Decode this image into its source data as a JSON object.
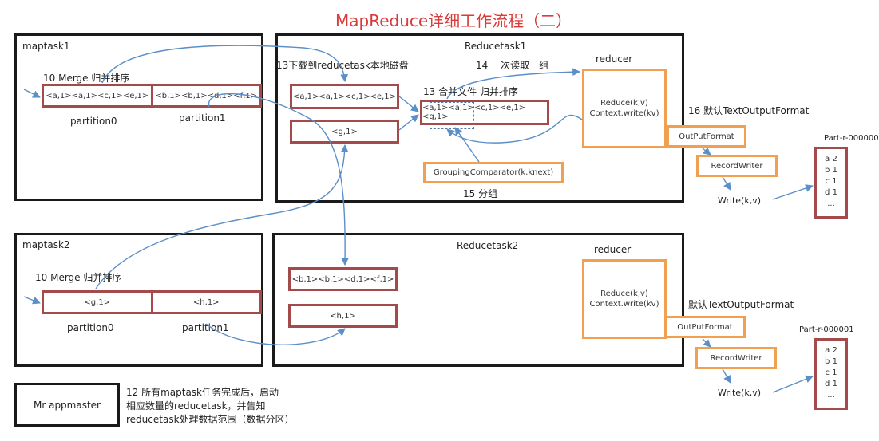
{
  "title": "MapReduce详细工作流程（二）",
  "maptask1": {
    "label": "maptask1",
    "merge_label": "10 Merge 归并排序",
    "partition0_content": "<a,1><a,1><c,1><e,1>",
    "partition1_content": "<b,1><b,1><d,1><f,1>",
    "partition0_label": "partition0",
    "partition1_label": "partition1"
  },
  "maptask2": {
    "label": "maptask2",
    "merge_label": "10 Merge 归并排序",
    "partition0_content": "<g,1>",
    "partition1_content": "<h,1>",
    "partition0_label": "partition0",
    "partition1_label": "partition1"
  },
  "reducetask1": {
    "label": "Reducetask1",
    "download_label": "13下载到reducetask本地磁盘",
    "read_label": "14 一次读取一组",
    "merge_file_label": "13 合并文件 归并排序",
    "box1": "<a,1><a,1><c,1><e,1>",
    "box2": "<g,1>",
    "merged": "<a,1><a,1><c,1><e,1><g,1>",
    "reducer_label": "reducer",
    "reduce_line1": "Reduce(k,v)",
    "reduce_line2": "Context.write(kv)",
    "grouping": "GroupingComparator(k,knext)",
    "group_label": "15 分组"
  },
  "reducetask2": {
    "label": "Reducetask2",
    "box1": "<b,1><b,1><d,1><f,1>",
    "box2": "<h,1>",
    "reducer_label": "reducer",
    "reduce_line1": "Reduce(k,v)",
    "reduce_line2": "Context.write(kv)"
  },
  "output1": {
    "format_label": "16 默认TextOutputFormat",
    "outputformat": "OutPutFormat",
    "recordwriter": "RecordWriter",
    "write": "Write(k,v)",
    "part_name": "Part-r-000000",
    "records": [
      "a 2",
      "b 1",
      "c 1",
      "d 1",
      "..."
    ]
  },
  "output2": {
    "format_label": "默认TextOutputFormat",
    "outputformat": "OutPutFormat",
    "recordwriter": "RecordWriter",
    "write": "Write(k,v)",
    "part_name": "Part-r-000001",
    "records": [
      "a 2",
      "b 1",
      "c 1",
      "d 1",
      "..."
    ]
  },
  "appmaster": {
    "label": "Mr appmaster",
    "note_line1": "12 所有maptask任务完成后，启动",
    "note_line2": "相应数量的reducetask，并告知",
    "note_line3": "reducetask处理数据范围（数据分区）"
  },
  "colors": {
    "title": "#d93a3a",
    "panel_border": "#1a1a1a",
    "partition_border": "#a44a4a",
    "reducer_border": "#f0a050",
    "arrow": "#5b8fc7"
  }
}
